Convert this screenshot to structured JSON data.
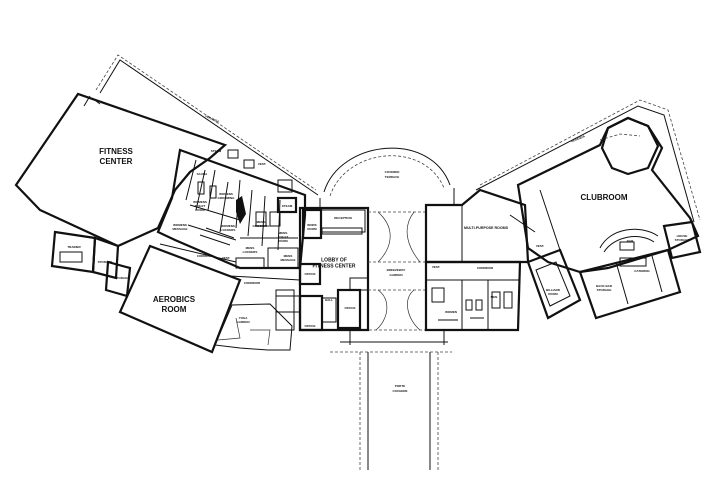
{
  "labels": {
    "veranda_left": "VERANDA",
    "veranda_right": "VERANDA",
    "fitness_center_1": "FITNESS",
    "fitness_center_2": "CENTER",
    "aerobics_1": "AEROBICS",
    "aerobics_2": "ROOM",
    "trainer": "TRAINER",
    "storage_1": "STORAGE",
    "storage_2": "STORAGE",
    "womens_message_1": "WOMENS",
    "womens_message_2": "MESSAGE",
    "womens_grooming_1": "WOMENS",
    "womens_grooming_2": "GROOMING",
    "womens_lockers_1": "WOMENS",
    "womens_lockers_2": "LOCKERS",
    "womens_toilet_1": "WOMENS",
    "womens_toilet_2": "TOILET",
    "womens_toilet_3": "ROOM",
    "steam_1": "STEAM",
    "steam_2": "STEAM",
    "sauna": "SAUNA",
    "vest_1": "VEST.",
    "vest_2": "VEST.",
    "vest_3": "VEST.",
    "vest_4": "VEST.",
    "vest_5": "VEST.",
    "mens_grooming_1": "MENS",
    "mens_grooming_2": "GROOMING",
    "mens_toilet_1": "MENS",
    "mens_toilet_2": "TOILET",
    "mens_toilet_3": "ROOM",
    "mens_lockers_1": "MENS",
    "mens_lockers_2": "LOCKERS",
    "mens_message_1": "MENS",
    "mens_message_2": "MESSAGE",
    "corridor_1": "CORRIDOR",
    "corridor_2": "CORRIDOR",
    "corridor_3": "CORRIDOR",
    "work_room_1": "WORK",
    "work_room_2": "ROOM",
    "reception": "RECEPTION",
    "lobby_1": "LOBBY OF",
    "lobby_2": "FITNESS CENTER",
    "hall": "HALL",
    "office_1": "OFFICE",
    "office_2": "OFFICE",
    "office_3": "OFFICE",
    "yoga_1": "YOGA",
    "yoga_2": "GARDEN",
    "covered_terrace_1": "COVERED",
    "covered_terrace_2": "TERRACE",
    "breezeway_1": "BREEZEWAY",
    "breezeway_2": "GARDEN",
    "multi_purpose": "MULTI-PURPOSE ROOMS",
    "clubroom": "CLUBROOM",
    "bar": "BAR",
    "house_storage_1": "HOUSE",
    "house_storage_2": "STORAGE",
    "catering": "CATERING",
    "back_bar_1": "BACK BAR",
    "back_bar_2": "STORAGE",
    "billiard_1": "BILLIARD",
    "billiard_2": "ROOM",
    "women": "WOMEN",
    "men": "MEN",
    "porte_1": "PORTE",
    "porte_2": "COCHERE"
  }
}
